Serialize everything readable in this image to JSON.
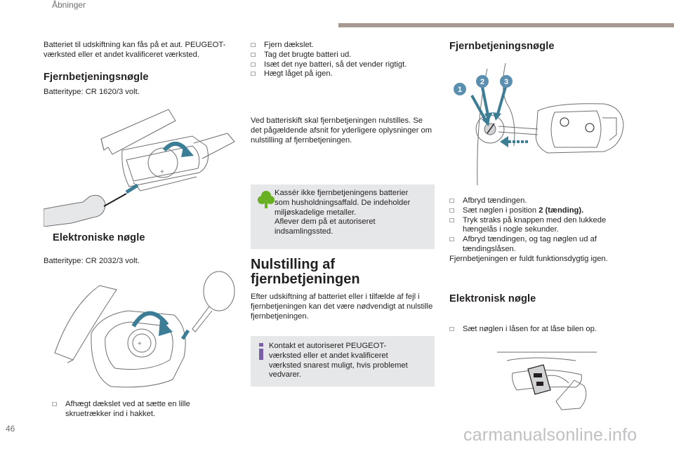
{
  "header": {
    "section": "Åbninger"
  },
  "col1": {
    "intro": "Batteriet til udskiftning kan fås på et aut. PEUGEOT-værksted eller et andet kvalificeret værksted.",
    "remote_heading": "Fjernbetjeningsnøgle",
    "remote_battery": "Batteritype: CR 1620/3 volt.",
    "electronic_heading": "Elektroniske nøgle",
    "electronic_battery": "Batteritype: CR 2032/3 volt.",
    "step": "Afhægt dækslet ved at sætte en lille skruetrækker ind i hakket."
  },
  "col2": {
    "steps": [
      "Fjern dækslet.",
      "Tag det brugte batteri ud.",
      "Isæt det nye batteri, så det vender rigtigt.",
      "Hægt låget på igen."
    ],
    "reset_note": "Ved batteriskift skal fjernbetjeningen nulstilles. Se det pågældende afsnit for yderligere oplysninger om nulstilling af fjernbetjeningen.",
    "env_box": [
      "Kassér ikke fjernbetjeningens batterier",
      "som husholdningsaffald. De indeholder",
      "miljøskadelige metaller.",
      "Aflever dem på et autoriseret",
      "indsamlingssted."
    ],
    "reset_heading": "Nulstilling af fjernbetjeningen",
    "reset_text": "Efter udskiftning af batteriet eller i tilfælde af fejl i fjernbetjeningen kan det være nødvendigt at nulstille fjernbetjeningen.",
    "info_box": [
      "Kontakt et autoriseret PEUGEOT-",
      "værksted eller et andet kvalificeret",
      "værksted snarest muligt, hvis problemet",
      "vedvarer."
    ]
  },
  "col3": {
    "remote_heading": "Fjernbetjeningsnøgle",
    "callouts": [
      "1",
      "2",
      "3"
    ],
    "steps": [
      {
        "text": "Afbryd tændingen."
      },
      {
        "text": "Sæt nøglen i position ",
        "bold": "2 (tænding)."
      },
      {
        "text": "Tryk straks på knappen med den lukkede hængelås i nogle sekunder."
      },
      {
        "text": "Afbryd tændingen, og tag nøglen ud af tændingslåsen."
      }
    ],
    "result": "Fjernbetjeningen er fuldt funktionsdygtig igen.",
    "electronic_heading": "Elektronisk nøgle",
    "electronic_step": "Sæt nøglen i låsen for at låse bilen op."
  },
  "footer": {
    "page_number": "46",
    "watermark": "carmanualsonline.info"
  },
  "colors": {
    "box_bg": "#e6e7e8",
    "env_icon": "#6ab023",
    "info_icon": "#7a5ea8",
    "callout": "#5b8fb0",
    "arrow": "#3b7d94",
    "header_bar": "#a89892"
  },
  "icons": [
    "tree-icon",
    "info-icon",
    "bullet-checkbox-icon"
  ]
}
